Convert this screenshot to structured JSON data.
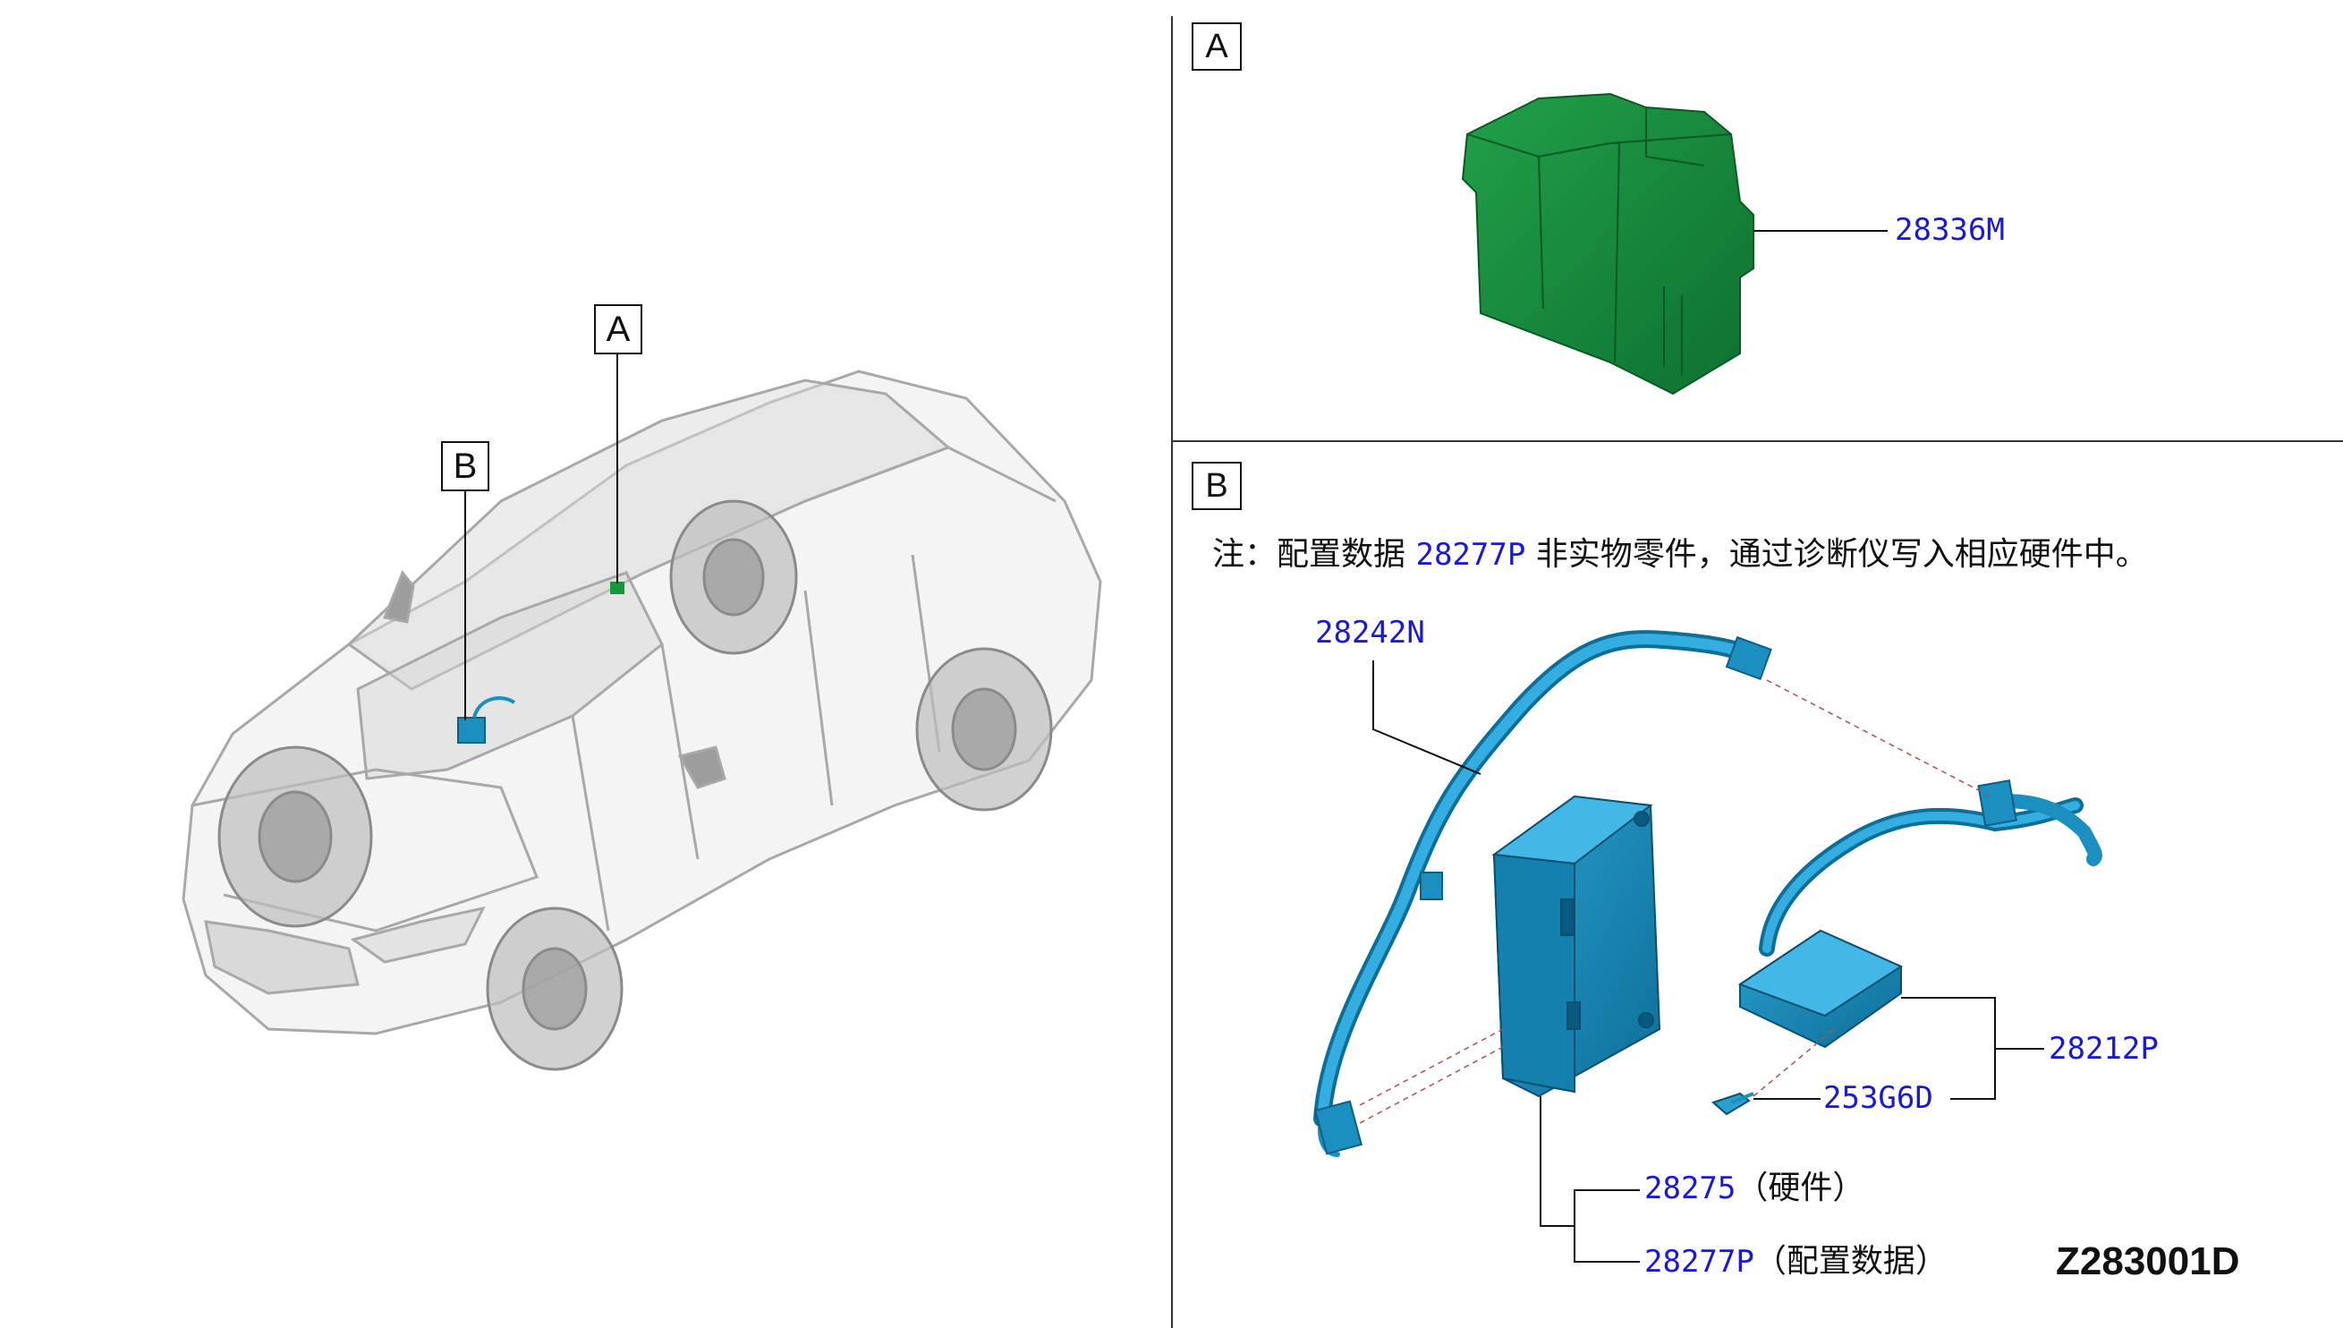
{
  "overview": {
    "callout_a": "A",
    "callout_b": "B"
  },
  "panel_a": {
    "label": "A",
    "part_number": "28336M"
  },
  "panel_b": {
    "label": "B",
    "note_prefix": "注：配置数据",
    "note_part": "28277P",
    "note_suffix": "非实物零件，通过诊断仪写入相应硬件中。",
    "parts": {
      "harness": "28242N",
      "antenna": "28212P",
      "screw": "253G6D",
      "hardware_number": "28275",
      "hardware_desc": "（硬件）",
      "config_number": "28277P",
      "config_desc": "（配置数据）"
    }
  },
  "drawing_id": "Z283001D",
  "colors": {
    "module_green": "#138a3a",
    "module_blue": "#1b8fbf",
    "label_blue": "#1a1ad6"
  }
}
